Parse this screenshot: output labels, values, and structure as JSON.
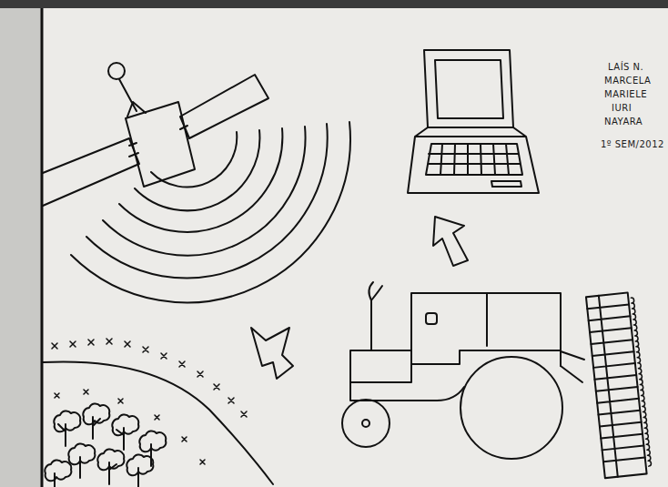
{
  "diagram": {
    "labels": [
      "LAÍS N.",
      "MARCELA",
      "MARIELE",
      "IURI",
      "NAYARA",
      "1º SEM/2012"
    ]
  }
}
